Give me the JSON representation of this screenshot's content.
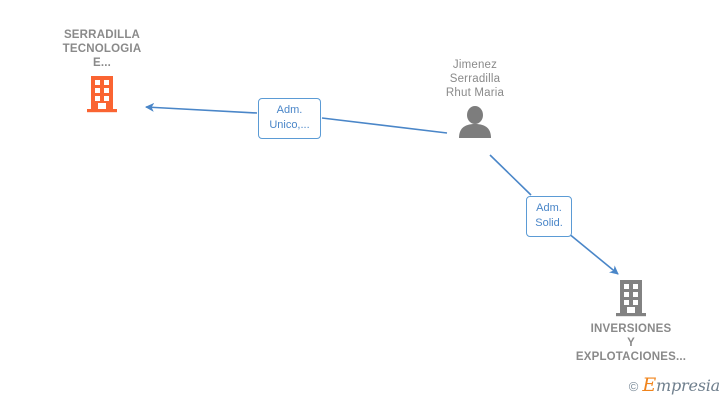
{
  "graph": {
    "type": "relationship-diagram",
    "background": "#ffffff",
    "nodes": [
      {
        "id": "company-1",
        "kind": "company",
        "icon": "building-icon",
        "icon_color": "#fa6432",
        "label": "SERRADILLA\nTECNOLOGIA\nE...",
        "label_color": "#8a8a8a",
        "label_position": "above"
      },
      {
        "id": "person",
        "kind": "person",
        "icon": "person-icon",
        "icon_color": "#7d7d7d",
        "label": "Jimenez\nSerradilla\nRhut Maria",
        "label_color": "#8a8a8a",
        "label_position": "above"
      },
      {
        "id": "company-2",
        "kind": "company",
        "icon": "building-icon",
        "icon_color": "#828282",
        "label": "INVERSIONES\nY\nEXPLOTACIONES...",
        "label_color": "#8a8a8a",
        "label_position": "below"
      }
    ],
    "edges": [
      {
        "id": "edge-1",
        "from": "person",
        "to": "company-1",
        "label": "Adm.\nUnico,...",
        "color": "#4a86c8",
        "direction": "to-company-1"
      },
      {
        "id": "edge-2",
        "from": "person",
        "to": "company-2",
        "label": "Adm.\nSolid.",
        "color": "#4a86c8",
        "direction": "to-company-2"
      }
    ]
  },
  "watermark": {
    "copyright": "©",
    "brand_cap": "E",
    "brand_rest": "mpresia",
    "brand_color": "#f0841c",
    "text_color": "#6f7f8d"
  }
}
